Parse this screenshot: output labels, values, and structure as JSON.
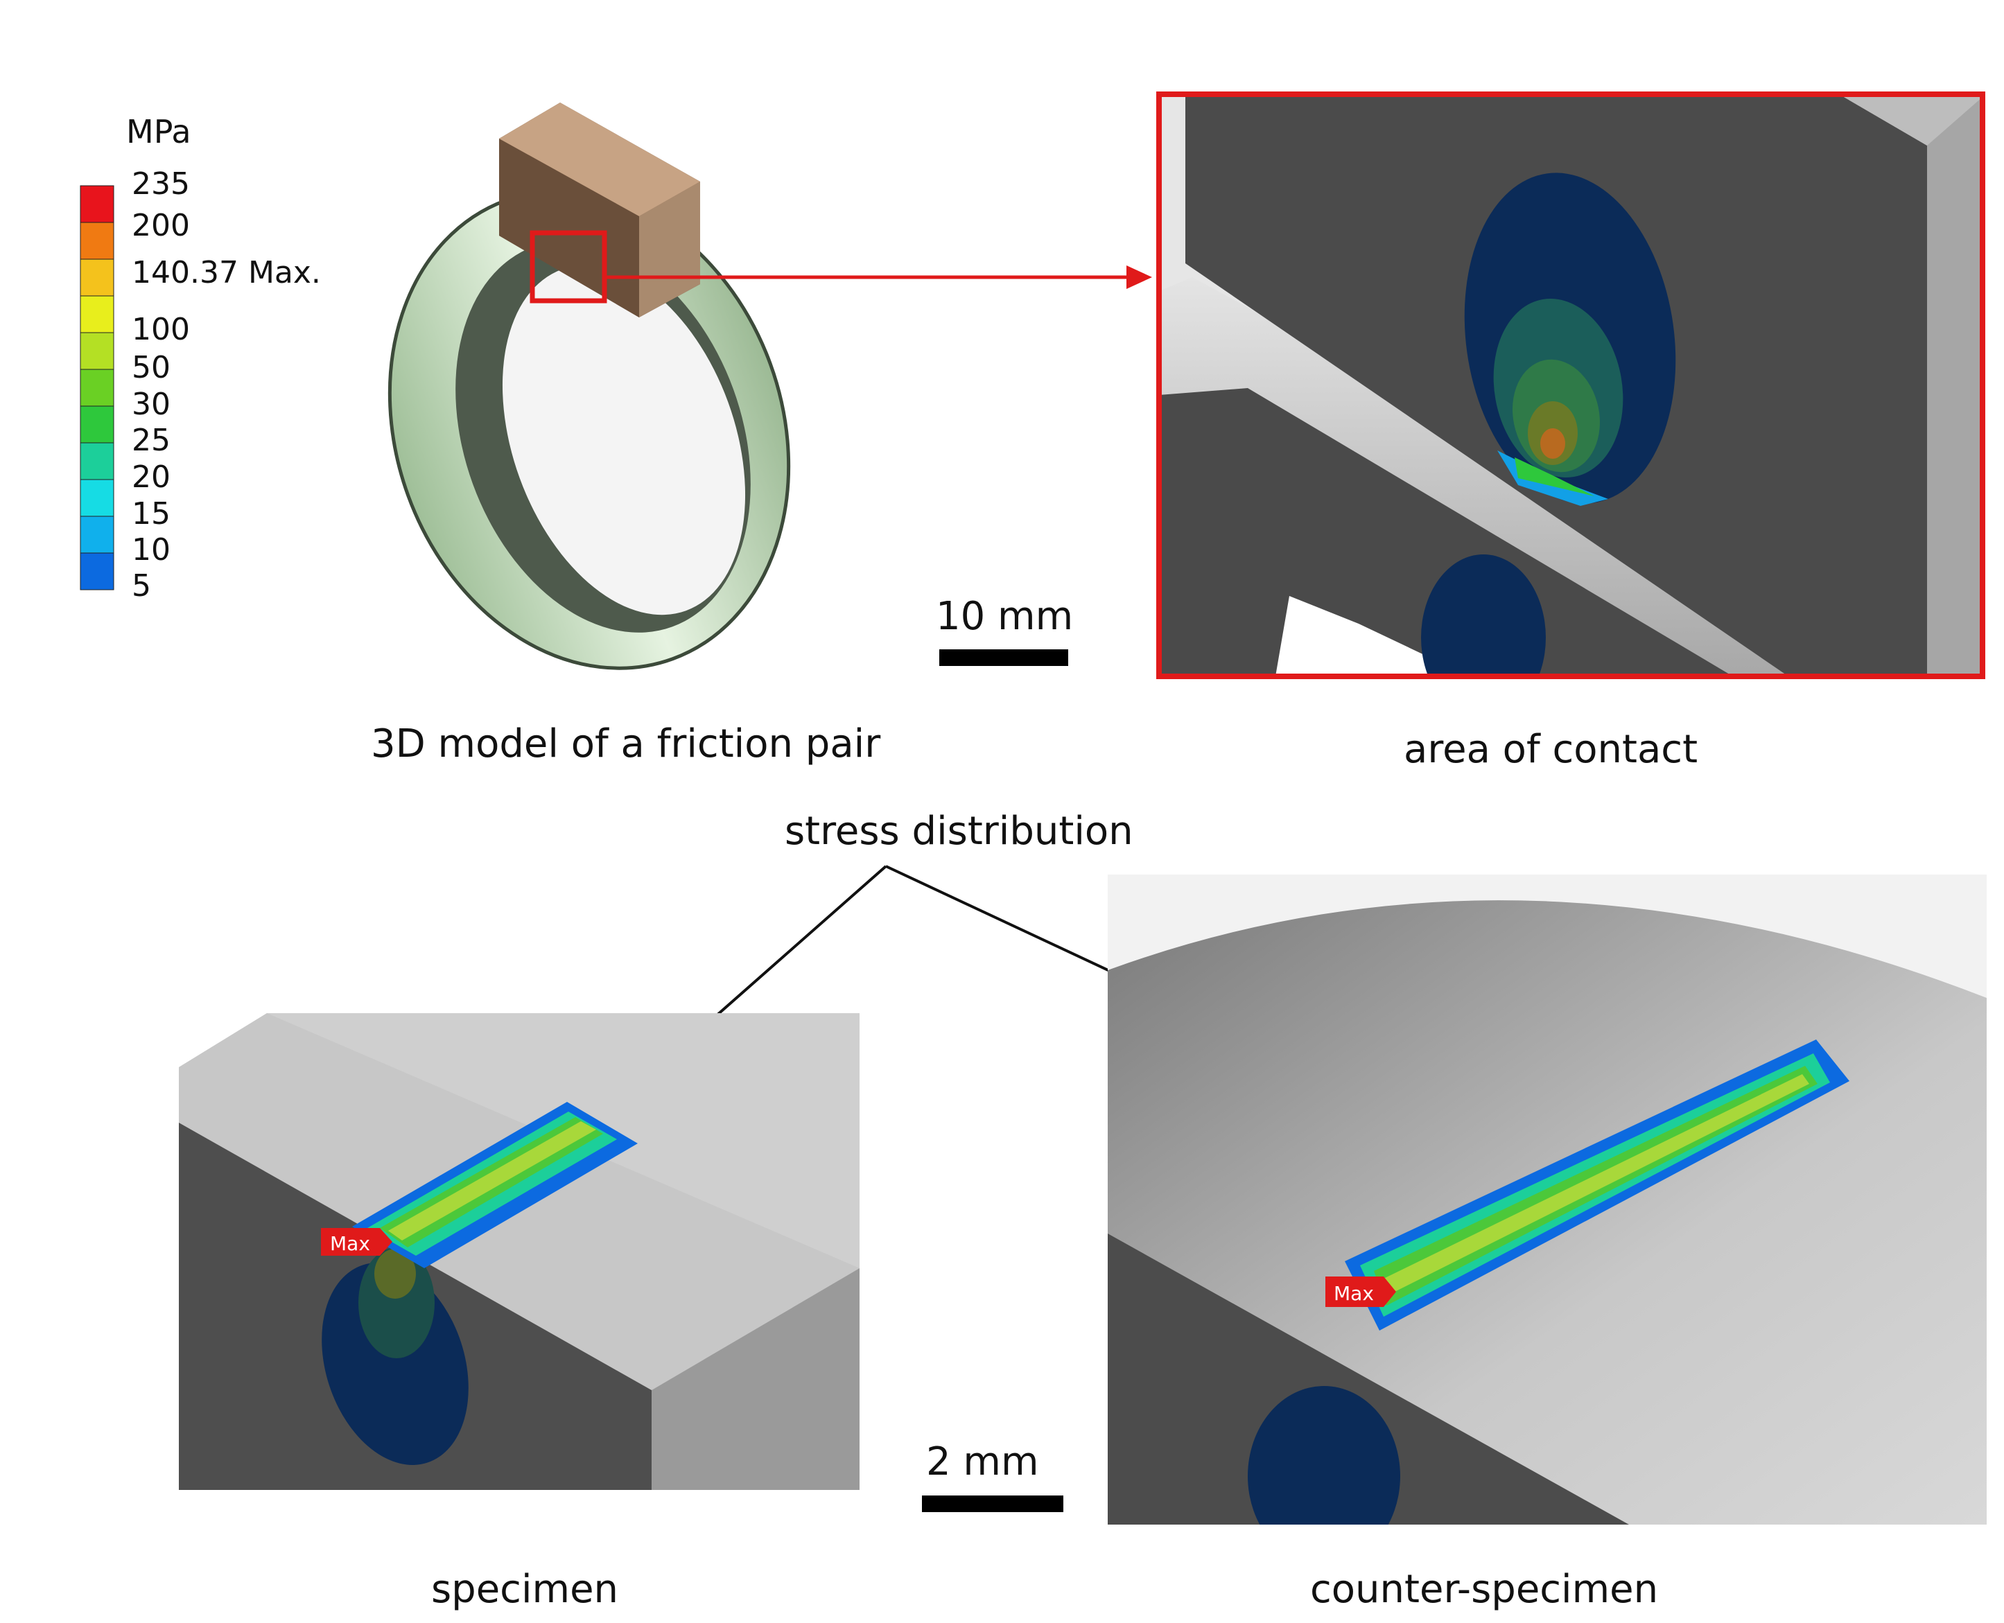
{
  "legend": {
    "unit": "MPa",
    "entries": [
      {
        "label": "235",
        "color": "#e8141c"
      },
      {
        "label": "200",
        "color": "#f07a12"
      },
      {
        "label": "140.37 Max.",
        "color": "#f4c21c"
      },
      {
        "label": "100",
        "color": "#e8ee1c"
      },
      {
        "label": "50",
        "color": "#b4e024"
      },
      {
        "label": "30",
        "color": "#6ad024"
      },
      {
        "label": "25",
        "color": "#2ec83c"
      },
      {
        "label": "20",
        "color": "#1ccf9a"
      },
      {
        "label": "15",
        "color": "#16dce4"
      },
      {
        "label": "10",
        "color": "#10b0ec"
      },
      {
        "label": "5",
        "color": "#0c6ae0"
      }
    ]
  },
  "labels": {
    "model_caption": "3D model of a friction pair",
    "contact_caption": "area of contact",
    "stress_caption": "stress distribution",
    "specimen_caption": "specimen",
    "counter_caption": "counter-specimen",
    "max_marker": "Max"
  },
  "scale_bars": {
    "top": "10 mm",
    "bottom": "2 mm"
  },
  "colors": {
    "highlight_red": "#e01a1a",
    "ring_green": "#cfe6c8",
    "block_brown": "#8a6a52",
    "dark_face": "#4a4a4a",
    "light_face": "#c8c8c8",
    "deep_blue": "#0a2a5a"
  }
}
